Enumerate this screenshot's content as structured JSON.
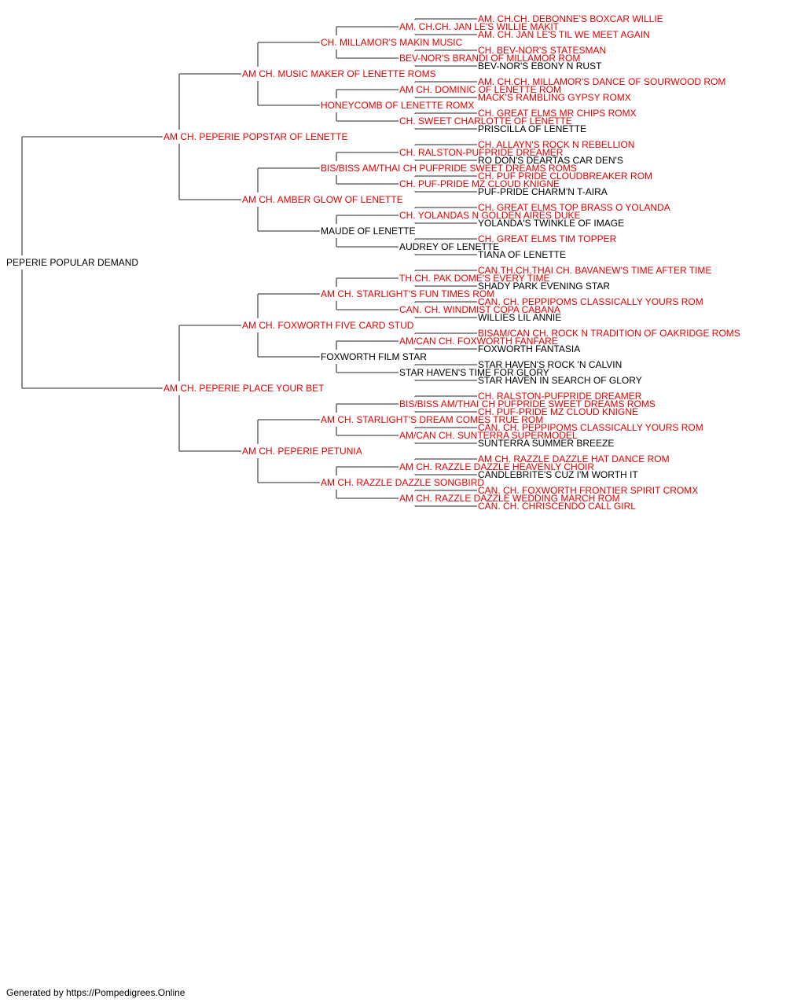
{
  "colors": {
    "champion": "#e60000",
    "regular": "#000000",
    "line": "#4d4d4d"
  },
  "footer": {
    "text": "Generated by https://Pompedigrees.Online"
  },
  "pedigree": {
    "name": "PEPERIE POPULAR DEMAND",
    "champion": false,
    "sire": {
      "name": "AM CH. PEPERIE POPSTAR OF LENETTE",
      "champion": true,
      "sire": {
        "name": "AM CH. MUSIC MAKER OF LENETTE ROMS",
        "champion": true,
        "sire": {
          "name": "CH. MILLAMOR'S MAKIN MUSIC",
          "champion": true,
          "sire": {
            "name": "AM. CH.CH. JAN LE'S WILLIE MAKIT",
            "champion": true,
            "sire": {
              "name": "AM. CH.CH. DEBONNE'S BOXCAR WILLIE",
              "champion": true
            },
            "dam": {
              "name": "AM. CH. JAN LE'S TIL WE MEET AGAIN",
              "champion": true
            }
          },
          "dam": {
            "name": "BEV-NOR'S BRANDI OF MILLAMOR ROM",
            "champion": true,
            "sire": {
              "name": "CH. BEV-NOR'S STATESMAN",
              "champion": true
            },
            "dam": {
              "name": "BEV-NOR'S EBONY N RUST",
              "champion": false
            }
          }
        },
        "dam": {
          "name": "HONEYCOMB OF LENETTE ROMX",
          "champion": true,
          "sire": {
            "name": "AM CH. DOMINIC OF LENETTE ROM",
            "champion": true,
            "sire": {
              "name": "AM. CH.CH. MILLAMOR'S DANCE OF SOURWOOD ROM",
              "champion": true
            },
            "dam": {
              "name": "MACK'S RAMBLING GYPSY ROMX",
              "champion": true
            }
          },
          "dam": {
            "name": "CH. SWEET CHARLOTTE OF LENETTE",
            "champion": true,
            "sire": {
              "name": "CH. GREAT ELMS MR CHIPS ROMX",
              "champion": true
            },
            "dam": {
              "name": "PRISCILLA OF LENETTE",
              "champion": false
            }
          }
        }
      },
      "dam": {
        "name": "AM CH. AMBER GLOW OF LENETTE",
        "champion": true,
        "sire": {
          "name": "BIS/BISS AM/THAI CH PUFPRIDE SWEET DREAMS ROMS",
          "champion": true,
          "sire": {
            "name": "CH. RALSTON-PUFPRIDE DREAMER",
            "champion": true,
            "sire": {
              "name": "CH. ALLAYN'S ROCK N REBELLION",
              "champion": true
            },
            "dam": {
              "name": "RO DON'S DEARTAS CAR DEN'S",
              "champion": false
            }
          },
          "dam": {
            "name": "CH. PUF-PRIDE MZ CLOUD KNIGNE",
            "champion": true,
            "sire": {
              "name": "CH. PUF PRIDE CLOUDBREAKER ROM",
              "champion": true
            },
            "dam": {
              "name": "PUF-PRIDE CHARM'N T-AIRA",
              "champion": false
            }
          }
        },
        "dam": {
          "name": "MAUDE OF LENETTE",
          "champion": false,
          "sire": {
            "name": "CH. YOLANDAS N GOLDEN AIRES DUKE",
            "champion": true,
            "sire": {
              "name": "CH. GREAT ELMS TOP BRASS O YOLANDA",
              "champion": true
            },
            "dam": {
              "name": "YOLANDA'S TWINKLE OF IMAGE",
              "champion": false
            }
          },
          "dam": {
            "name": "AUDREY OF LENETTE",
            "champion": false,
            "sire": {
              "name": "CH. GREAT ELMS TIM TOPPER",
              "champion": true
            },
            "dam": {
              "name": "TIANA OF LENETTE",
              "champion": false
            }
          }
        }
      }
    },
    "dam": {
      "name": "AM CH. PEPERIE PLACE YOUR BET",
      "champion": true,
      "sire": {
        "name": "AM CH. FOXWORTH FIVE CARD STUD",
        "champion": true,
        "sire": {
          "name": "AM CH. STARLIGHT'S FUN TIMES ROM",
          "champion": true,
          "sire": {
            "name": "TH.CH. PAK DOME'S EVERY TIME",
            "champion": true,
            "sire": {
              "name": "CAN.TH.CH.THAI CH. BAVANEW'S TIME AFTER TIME",
              "champion": true
            },
            "dam": {
              "name": "SHADY PARK EVENING STAR",
              "champion": false
            }
          },
          "dam": {
            "name": "CAN. CH. WINDMIST COPA CABANA",
            "champion": true,
            "sire": {
              "name": "CAN. CH. PEPPIPOMS CLASSICALLY YOURS ROM",
              "champion": true
            },
            "dam": {
              "name": "WILLIES LIL ANNIE",
              "champion": false
            }
          }
        },
        "dam": {
          "name": "FOXWORTH FILM STAR",
          "champion": false,
          "sire": {
            "name": "AM/CAN CH. FOXWORTH FANFARE",
            "champion": true,
            "sire": {
              "name": "BISAM/CAN CH. ROCK N TRADITION OF OAKRIDGE ROMS",
              "champion": true
            },
            "dam": {
              "name": "FOXWORTH FANTASIA",
              "champion": false
            }
          },
          "dam": {
            "name": "STAR HAVEN'S TIME FOR GLORY",
            "champion": false,
            "sire": {
              "name": "STAR HAVEN'S ROCK 'N CALVIN",
              "champion": false
            },
            "dam": {
              "name": "STAR HAVEN IN SEARCH OF GLORY",
              "champion": false
            }
          }
        }
      },
      "dam": {
        "name": "AM CH. PEPERIE PETUNIA",
        "champion": true,
        "sire": {
          "name": "AM CH. STARLIGHT'S DREAM COMES TRUE ROM",
          "champion": true,
          "sire": {
            "name": "BIS/BISS AM/THAI CH PUFPRIDE SWEET DREAMS ROMS",
            "champion": true,
            "sire": {
              "name": "CH. RALSTON-PUFPRIDE DREAMER",
              "champion": true
            },
            "dam": {
              "name": "CH. PUF-PRIDE MZ CLOUD KNIGNE",
              "champion": true
            }
          },
          "dam": {
            "name": "AM/CAN CH. SUNTERRA SUPERMODEL",
            "champion": true,
            "sire": {
              "name": "CAN. CH. PEPPIPOMS CLASSICALLY YOURS ROM",
              "champion": true
            },
            "dam": {
              "name": "SUNTERRA SUMMER BREEZE",
              "champion": false
            }
          }
        },
        "dam": {
          "name": "AM CH. RAZZLE DAZZLE SONGBIRD",
          "champion": true,
          "sire": {
            "name": "AM CH. RAZZLE DAZZLE HEAVENLY CHOIR",
            "champion": true,
            "sire": {
              "name": "AM CH. RAZZLE DAZZLE HAT DANCE ROM",
              "champion": true
            },
            "dam": {
              "name": "CANDLEBRITE'S CUZ I'M WORTH IT",
              "champion": false
            }
          },
          "dam": {
            "name": "AM CH. RAZZLE DAZZLE WEDDING MARCH ROM",
            "champion": true,
            "sire": {
              "name": "CAN. CH. FOXWORTH FRONTIER SPIRIT CROMX",
              "champion": true
            },
            "dam": {
              "name": "CAN. CH. CHRISCENDO CALL GIRL",
              "champion": true
            }
          }
        }
      }
    }
  }
}
